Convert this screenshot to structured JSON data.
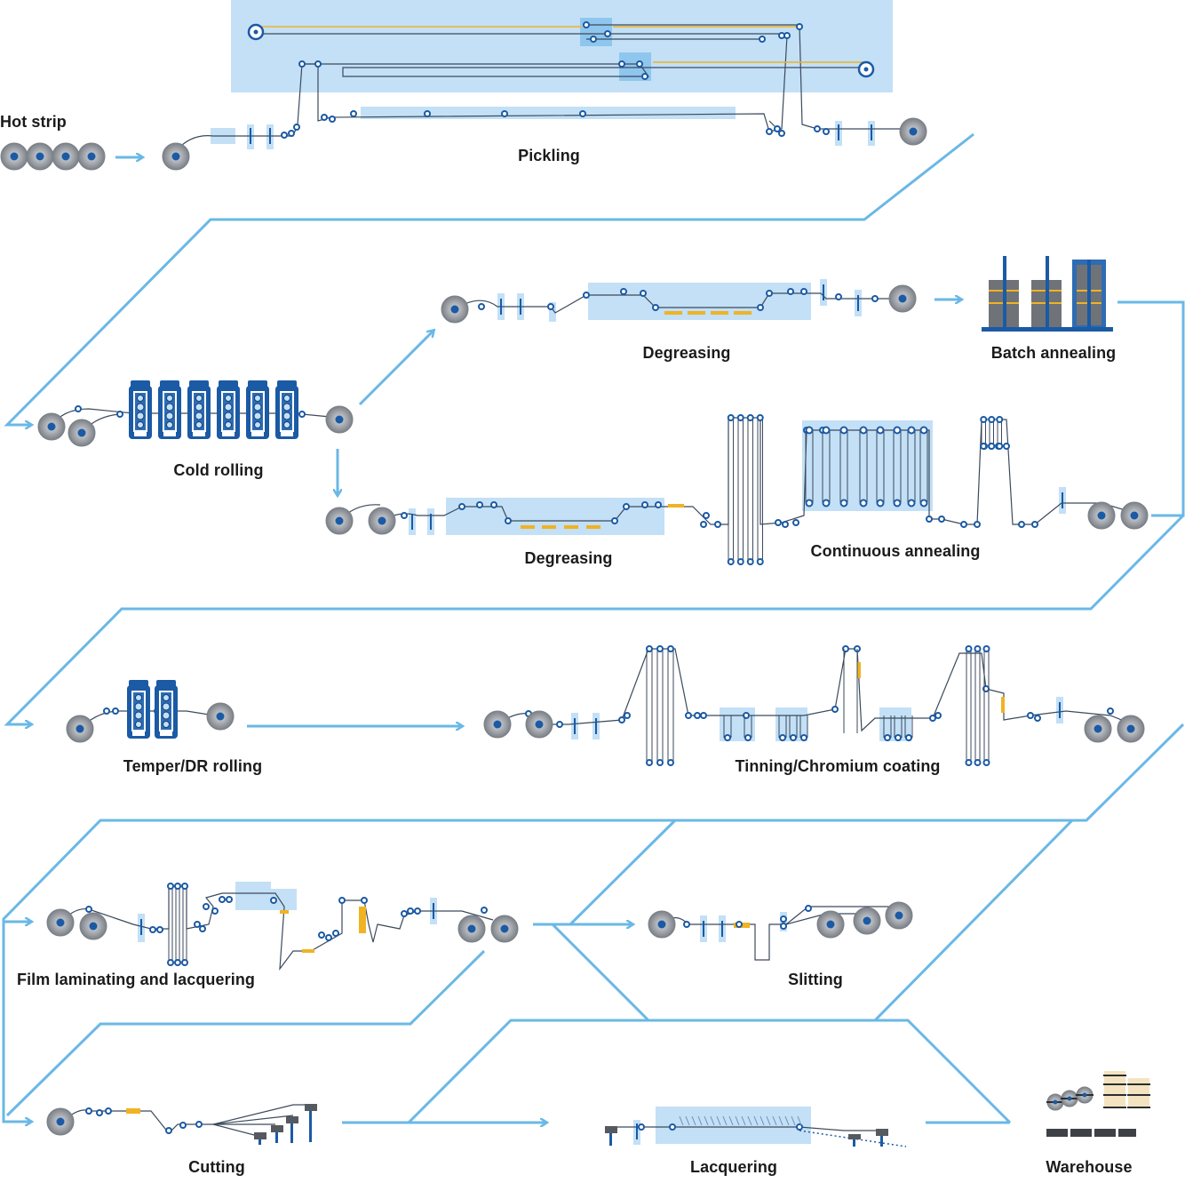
{
  "labels": {
    "hot_strip": "Hot strip",
    "pickling": "Pickling",
    "degreasing_top": "Degreasing",
    "batch_annealing": "Batch annealing",
    "cold_rolling": "Cold rolling",
    "degreasing_bottom": "Degreasing",
    "continuous_annealing": "Continuous annealing",
    "temper_dr_rolling": "Temper/DR rolling",
    "tinning_chromium_coating": "Tinning/Chromium coating",
    "film_laminating_lacquering": "Film laminating and lacquering",
    "slitting": "Slitting",
    "cutting": "Cutting",
    "lacquering": "Lacquering",
    "warehouse": "Warehouse"
  },
  "colors": {
    "flow_line": "#6ab8e6",
    "zone_fill": "#c3e0f6",
    "zone_fill_dark": "#8fc6ee",
    "machine_blue": "#1b5aa4",
    "strip_line": "#3c4a5c",
    "coil_grey": "#8a8f96",
    "heater_yellow": "#f0b323",
    "furnace_grey": "#6f7378"
  }
}
